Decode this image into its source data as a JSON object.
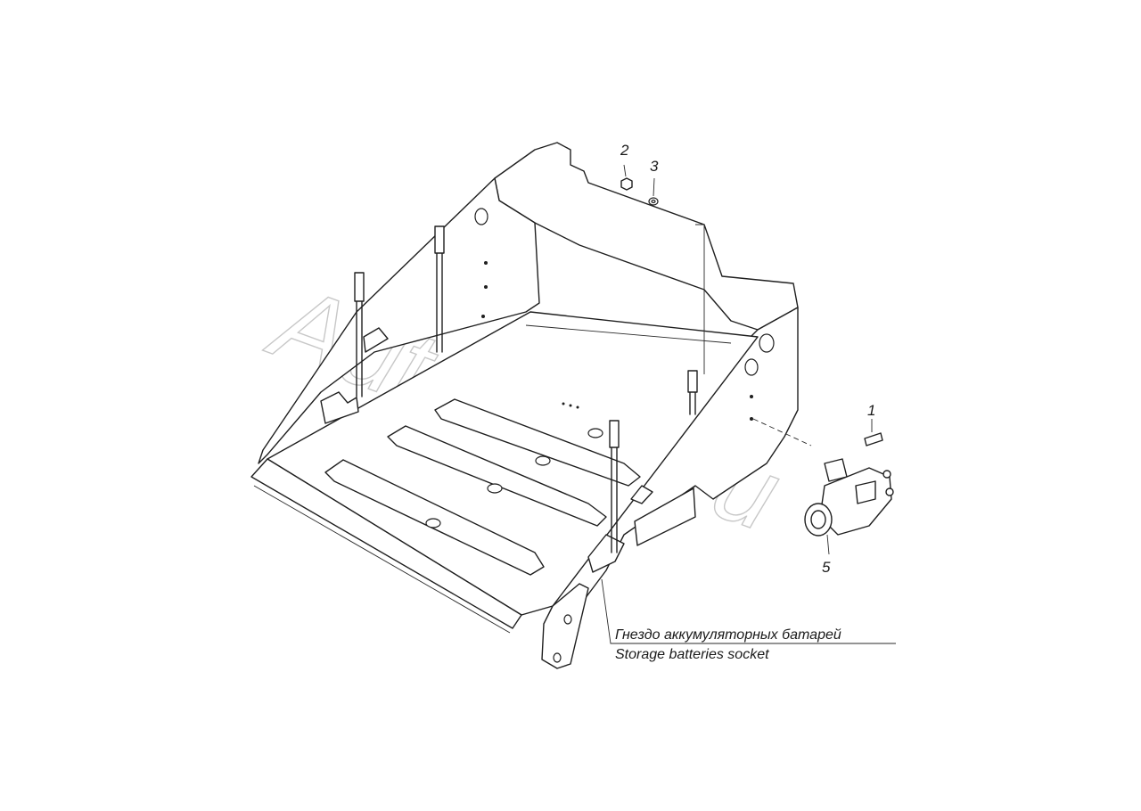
{
  "watermark": {
    "text": "AutoSoft.ru"
  },
  "callouts": [
    {
      "id": "1",
      "label": "1"
    },
    {
      "id": "2",
      "label": "2"
    },
    {
      "id": "3",
      "label": "3"
    },
    {
      "id": "5",
      "label": "5"
    }
  ],
  "caption": {
    "line_ru": "Гнездо аккумуляторных батарей",
    "line_en": "Storage batteries socket"
  }
}
